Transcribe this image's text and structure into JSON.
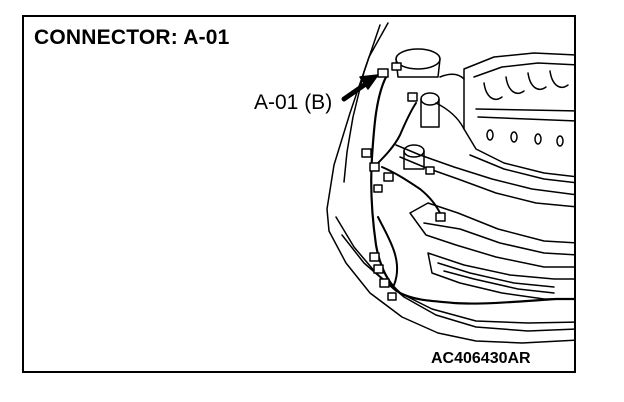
{
  "diagram": {
    "title": "CONNECTOR: A-01",
    "callout_label": "A-01 (B)",
    "figure_id": "AC406430AR",
    "subject": "engine-compartment-connector-location"
  }
}
